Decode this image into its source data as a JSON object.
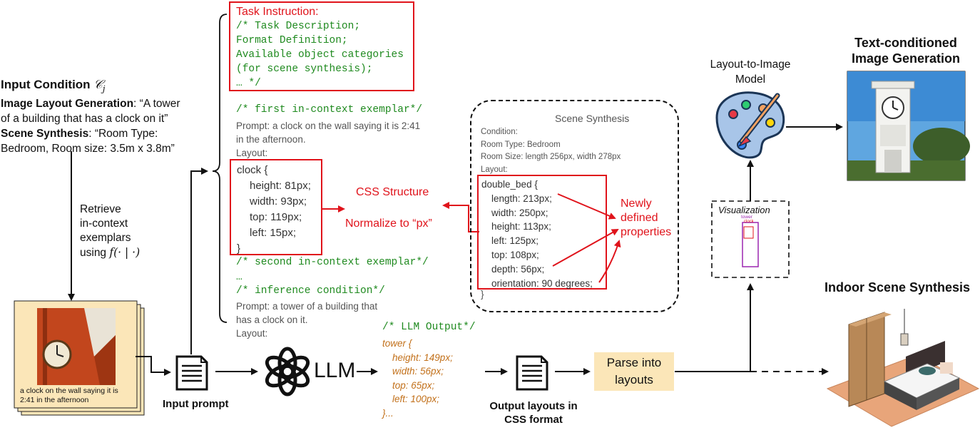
{
  "input_condition": {
    "title": "Input Condition ",
    "title_symbol": "𝒞",
    "title_sub": "j",
    "line1_bold": "Image Layout Generation",
    "line1_rest": ": “A tower",
    "line2": "of a building that has a clock on it”",
    "line3_bold": "Scene Synthesis",
    "line3_rest": ": “Room Type:",
    "line4": "Bedroom, Room size: 3.5m x 3.8m”"
  },
  "retrieve": {
    "line1": "Retrieve",
    "line2": "in-context",
    "line3": "exemplars",
    "line4_prefix": "using ",
    "line4_formula": "f(· | ·)"
  },
  "photo": {
    "caption": "a clock on the wall saying it is 2:41 in the afternoon"
  },
  "input_prompt_label": "Input prompt",
  "task_instruction": {
    "title": "Task Instruction:",
    "lines": [
      "/* Task Description;",
      "Format Definition;",
      "Available object categories",
      "(for scene synthesis);",
      "… */"
    ]
  },
  "prompt_text": {
    "first_comment": "/* first in-context exemplar*/",
    "prompt1a": "Prompt: a clock on the wall saying it is 2:41",
    "prompt1b": "in the afternoon.",
    "layout1": "Layout:",
    "clock_lines": [
      "clock {",
      "height: 81px;",
      "width: 93px;",
      "top: 119px;",
      "left: 15px;",
      "}"
    ],
    "second_comment": "/* second in-context exemplar*/",
    "ellipsis": "…",
    "inference_comment": "/* inference condition*/",
    "prompt2a": "Prompt: a tower of a building that",
    "prompt2b": "has a clock on it.",
    "layout2": "Layout:"
  },
  "css_structure": "CSS Structure",
  "normalize": "Normalize to “px”",
  "scene_synthesis": {
    "title": "Scene Synthesis",
    "condition": "Condition:",
    "room_type": "Room Type: Bedroom",
    "room_size": "Room Size: length 256px, width 278px",
    "layout": "Layout:",
    "bed_lines": [
      "double_bed {",
      "length: 213px;",
      "width: 250px;",
      "height: 113px;",
      "left: 125px;",
      "top: 108px;",
      "depth: 56px;",
      "orientation: 90 degrees;"
    ],
    "close": "}"
  },
  "newly_defined": [
    "Newly",
    "defined",
    "properties"
  ],
  "llm_label": "LLM",
  "llm_output": {
    "comment": "/* LLM Output*/",
    "lines": [
      "tower {",
      "height: 149px;",
      "width: 56px;",
      "top: 65px;",
      "left: 100px;",
      "}..."
    ]
  },
  "output_layouts": [
    "Output layouts in",
    "CSS format"
  ],
  "parse": [
    "Parse into",
    "layouts"
  ],
  "visualization": {
    "title": "Visualization",
    "tower": "tower",
    "clock": "clock"
  },
  "layout_to_image": [
    "Layout-to-Image",
    "Model"
  ],
  "text_conditioned": [
    "Text-conditioned",
    "Image Generation"
  ],
  "indoor_scene": "Indoor Scene Synthesis",
  "colors": {
    "red": "#e0131b",
    "green": "#1f8a1f",
    "orange": "#c2701a",
    "parse_bg": "#fbe6b8",
    "vis_purple": "#9c27b0"
  },
  "icons": [
    "document-icon",
    "openai-logo-icon",
    "palette-icon",
    "clock-tower-photo",
    "bedroom-render"
  ]
}
